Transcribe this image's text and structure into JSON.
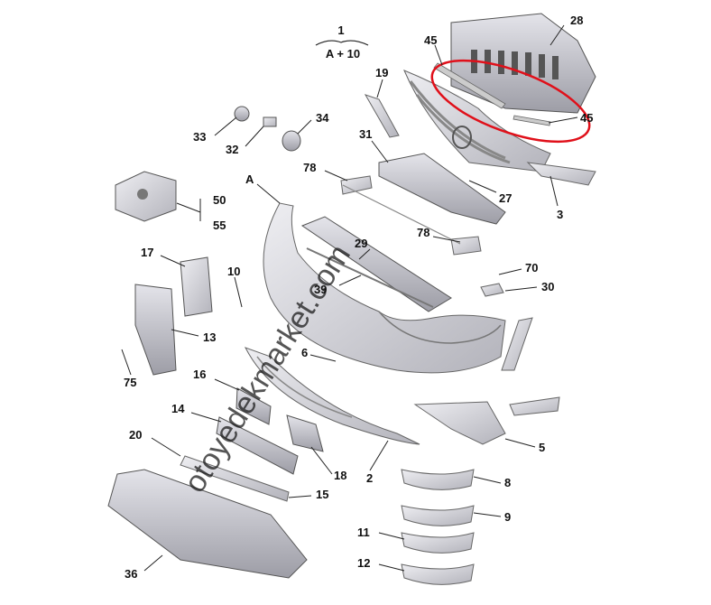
{
  "diagram": {
    "header": {
      "number": "1",
      "range": "A + 10"
    },
    "watermark": "otoyedekmarket.com",
    "highlight_color": "#e0101a",
    "part_color": "#c9c9cf",
    "callouts": [
      "28",
      "45",
      "45",
      "19",
      "33",
      "32",
      "34",
      "31",
      "78",
      "27",
      "3",
      "A",
      "50",
      "55",
      "29",
      "78",
      "17",
      "10",
      "39",
      "70",
      "30",
      "13",
      "75",
      "6",
      "16",
      "14",
      "20",
      "18",
      "2",
      "5",
      "8",
      "9",
      "15",
      "11",
      "12",
      "36"
    ]
  }
}
